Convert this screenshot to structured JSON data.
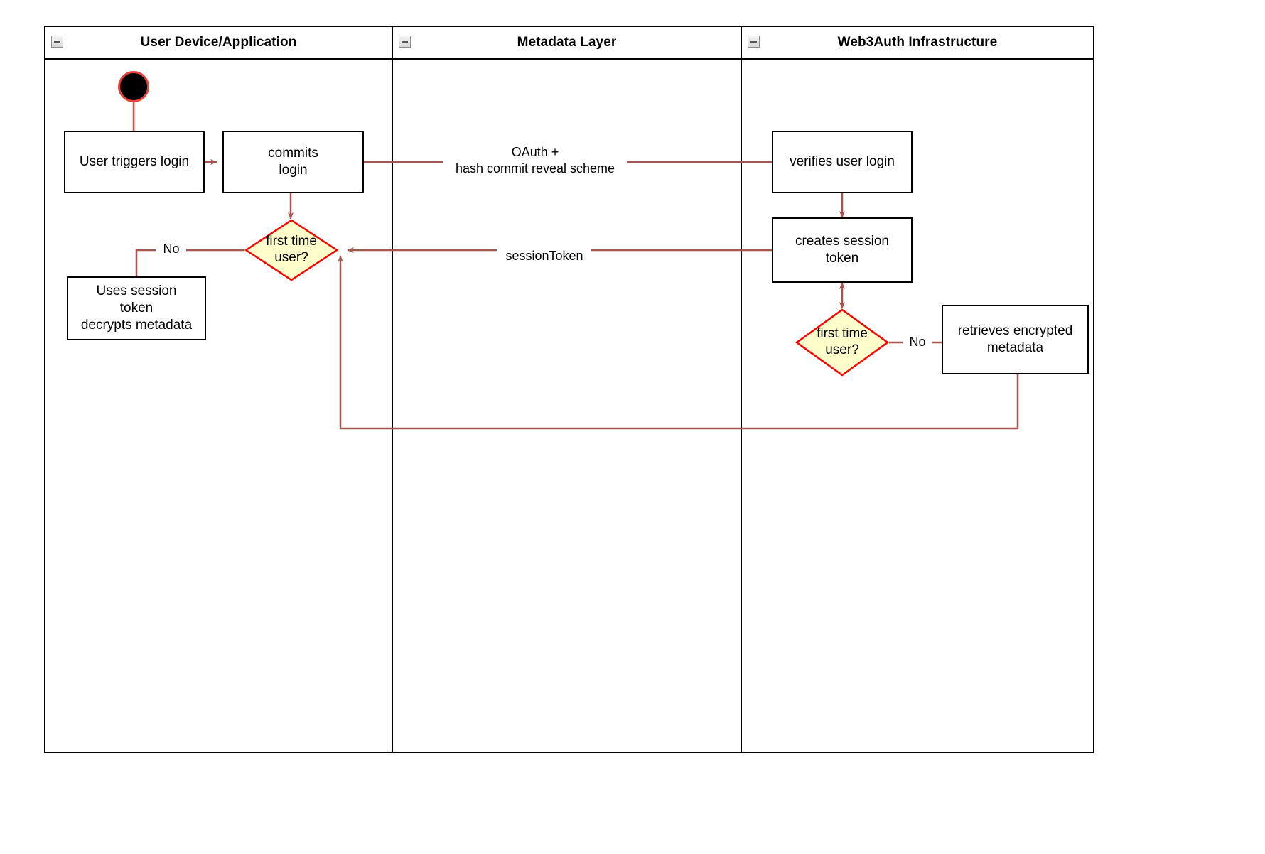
{
  "diagram": {
    "type": "swimlane-activity-diagram",
    "accent_line_color": "#a35650",
    "decision_fill": "#ffffcc",
    "decision_stroke": "#ff0000",
    "start_fill": "#000000",
    "start_stroke": "#e8413a",
    "node_stroke": "#000000",
    "node_fill": "#ffffff"
  },
  "lanes": [
    {
      "id": "user-device",
      "title": "User Device/Application",
      "collapse_icon": "collapse-minus-icon"
    },
    {
      "id": "metadata-layer",
      "title": "Metadata Layer",
      "collapse_icon": "collapse-minus-icon"
    },
    {
      "id": "web3auth",
      "title": "Web3Auth Infrastructure",
      "collapse_icon": "collapse-minus-icon"
    }
  ],
  "nodes": {
    "start": {
      "name": "start-node",
      "label": ""
    },
    "user_triggers_login": {
      "label": "User triggers login"
    },
    "commits_login": {
      "line1": "commits",
      "line2": "login"
    },
    "first_time_user_left": {
      "line1": "first time",
      "line2": "user?"
    },
    "uses_session_token": {
      "line1": "Uses session",
      "line2": "token",
      "line3": "decrypts metadata"
    },
    "verifies_user_login": {
      "label": "verifies user login"
    },
    "creates_session_token": {
      "line1": "creates session",
      "line2": "token"
    },
    "first_time_user_right": {
      "line1": "first time",
      "line2": "user?"
    },
    "retrieves_encrypted_metadata": {
      "line1": "retrieves encrypted",
      "line2": "metadata"
    }
  },
  "edge_labels": {
    "oauth": {
      "line1": "OAuth +",
      "line2": "hash commit reveal scheme"
    },
    "session_token": "sessionToken",
    "no_left": "No",
    "no_right": "No"
  }
}
